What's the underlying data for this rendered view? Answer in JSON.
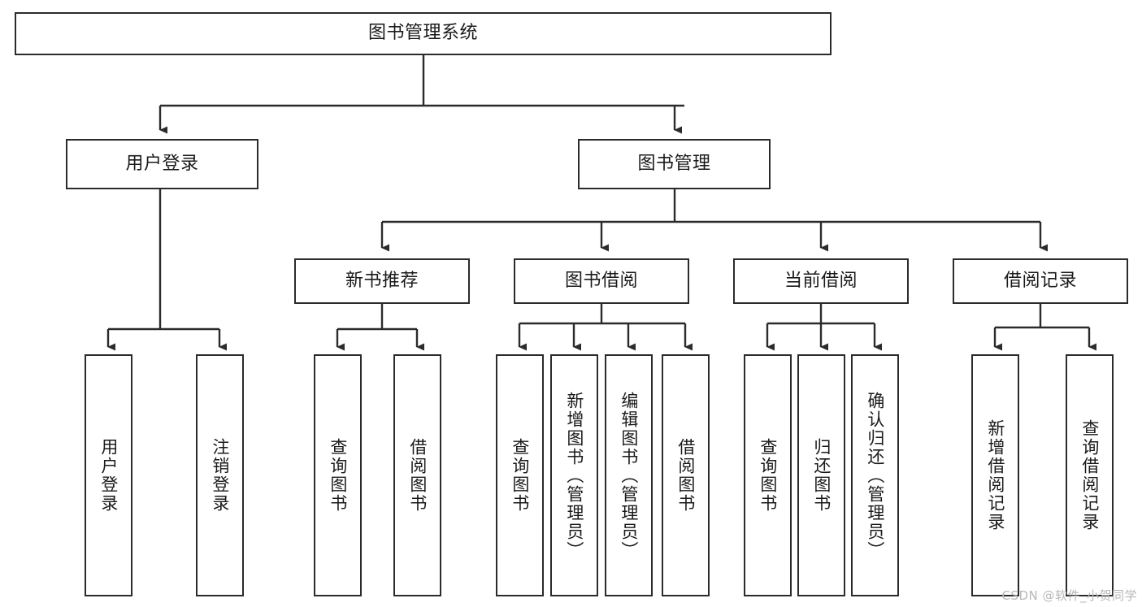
{
  "diagram": {
    "title": "图书管理系统",
    "type": "tree-hierarchy-chart",
    "watermark": "CSDN @软件_小贺同学",
    "colors": {
      "border": "#2b2b2b",
      "background": "#ffffff",
      "text": "#1a1a1a",
      "watermark": "#b8b8b8"
    },
    "root": {
      "label": "图书管理系统"
    },
    "level2": [
      {
        "label": "用户登录"
      },
      {
        "label": "图书管理"
      }
    ],
    "level3": [
      {
        "label": "新书推荐"
      },
      {
        "label": "图书借阅"
      },
      {
        "label": "当前借阅"
      },
      {
        "label": "借阅记录"
      }
    ],
    "leaves": {
      "user_login": [
        {
          "label": "用户登录"
        },
        {
          "label": "注销登录"
        }
      ],
      "new_book_recommend": [
        {
          "label": "查询图书"
        },
        {
          "label": "借阅图书"
        }
      ],
      "book_borrow": [
        {
          "label": "查询图书"
        },
        {
          "label": "新增图书（管理员）"
        },
        {
          "label": "编辑图书（管理员）"
        },
        {
          "label": "借阅图书"
        }
      ],
      "current_borrow": [
        {
          "label": "查询图书"
        },
        {
          "label": "归还图书"
        },
        {
          "label": "确认归还（管理员）"
        }
      ],
      "borrow_record": [
        {
          "label": "新增借阅记录"
        },
        {
          "label": "查询借阅记录"
        }
      ]
    }
  }
}
